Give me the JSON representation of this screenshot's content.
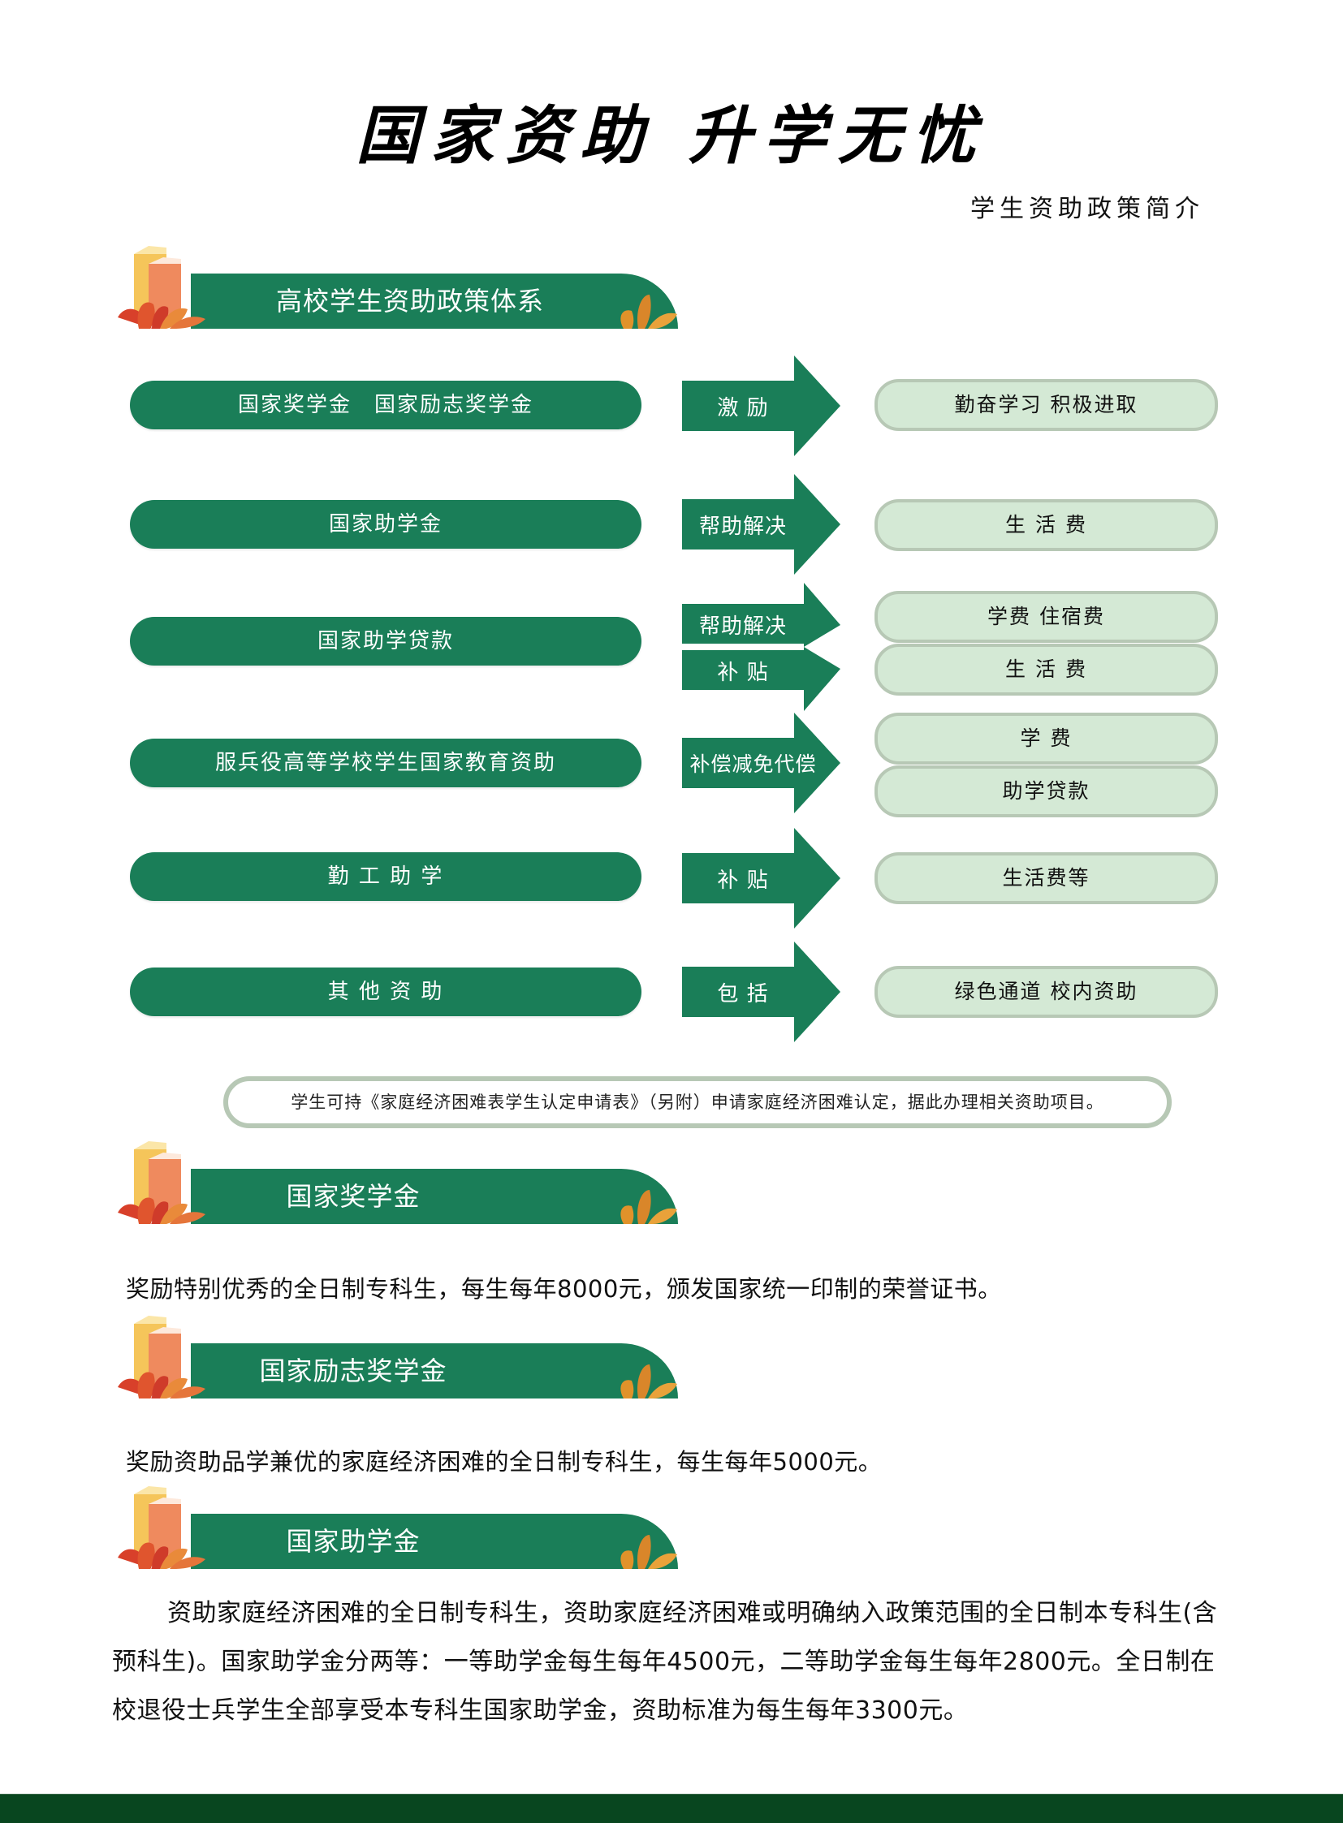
{
  "header": {
    "title": "国家资助 升学无忧",
    "subtitle": "学生资助政策简介"
  },
  "colors": {
    "primary_green": "#1a7e58",
    "light_green": "#d4e9d5",
    "pill_border": "#b7c8b5",
    "footer_green": "#08461f",
    "book_yellow": "#f5c55a",
    "book_orange": "#ef8a5e",
    "leaf_red": "#d8402a",
    "leaf_orange": "#e0922a"
  },
  "policy_system": {
    "heading": "高校学生资助政策体系",
    "rows": [
      {
        "program": "国家奖学金　国家励志奖学金",
        "actions": [
          "激 励"
        ],
        "outcomes": [
          "勤奋学习  积极进取"
        ]
      },
      {
        "program": "国家助学金",
        "actions": [
          "帮助解决"
        ],
        "outcomes": [
          "生 活 费"
        ]
      },
      {
        "program": "国家助学贷款",
        "actions": [
          "帮助解决",
          "补 贴"
        ],
        "outcomes": [
          "学费  住宿费",
          "生 活 费"
        ]
      },
      {
        "program": "服兵役高等学校学生国家教育资助",
        "actions": [
          "补偿减免代偿"
        ],
        "outcomes": [
          "学 费",
          "助学贷款"
        ]
      },
      {
        "program": "勤 工 助 学",
        "actions": [
          "补 贴"
        ],
        "outcomes": [
          "生活费等"
        ]
      },
      {
        "program": "其 他 资 助",
        "actions": [
          "包 括"
        ],
        "outcomes": [
          "绿色通道  校内资助"
        ]
      }
    ],
    "note": "学生可持《家庭经济困难表学生认定申请表》（另附）申请家庭经济困难认定，据此办理相关资助项目。"
  },
  "sections": [
    {
      "heading": "国家奖学金",
      "text": "奖励特别优秀的全日制专科生，每生每年8000元，颁发国家统一印制的荣誉证书。"
    },
    {
      "heading": "国家励志奖学金",
      "text": "奖励资助品学兼优的家庭经济困难的全日制专科生，每生每年5000元。"
    },
    {
      "heading": "国家助学金",
      "text": "资助家庭经济困难的全日制专科生，资助家庭经济困难或明确纳入政策范围的全日制本专科生(含预科生)。国家助学金分两等：一等助学金每生每年4500元，二等助学金每生每年2800元。全日制在校退役士兵学生全部享受本专科生国家助学金，资助标准为每生每年3300元。"
    }
  ],
  "icons": {
    "banner_decoration": "books-with-leaves-icon",
    "banner_end_decoration": "leaf-cluster-icon",
    "flow_arrow": "right-arrow-icon"
  }
}
